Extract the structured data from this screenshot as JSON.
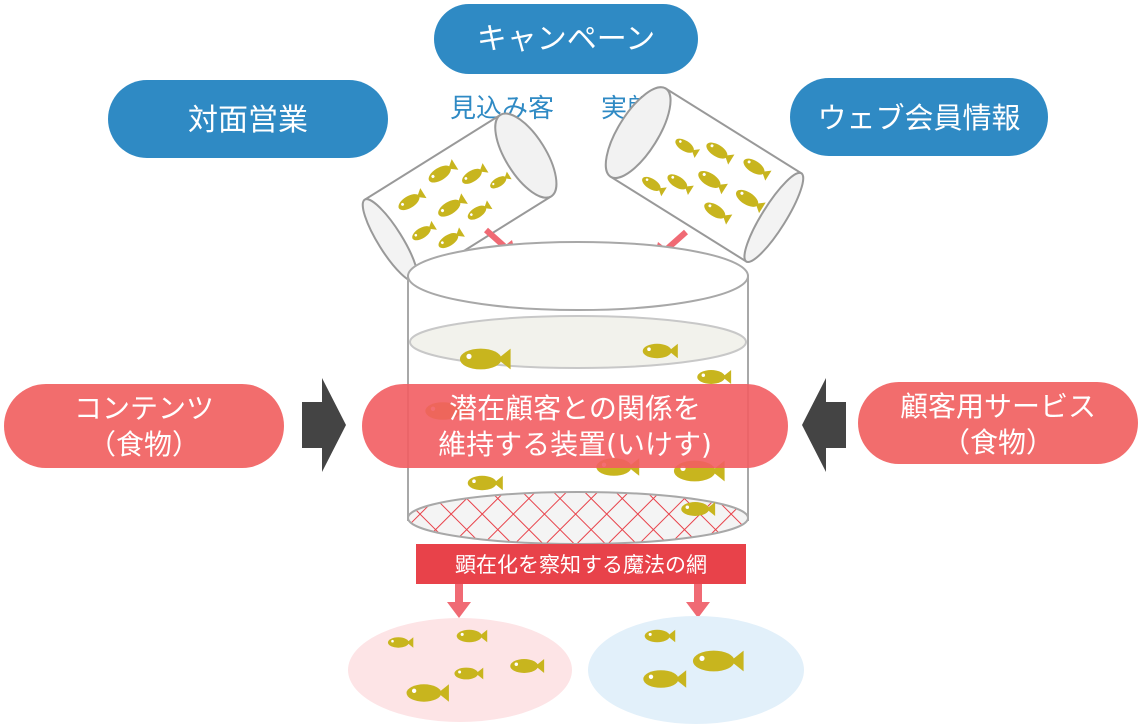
{
  "source_labels": {
    "campaign": "キャンペーン",
    "face_to_face": "対面営業",
    "web_member": "ウェブ会員情報"
  },
  "jar_labels": {
    "prospects": "見込み客",
    "customers": "実顧客"
  },
  "inputs": {
    "contents_line1": "コンテンツ",
    "contents_line2": "（食物）",
    "service_line1": "顧客用サービス",
    "service_line2": "（食物）"
  },
  "center": {
    "line1": "潜在顧客との関係を",
    "line2": "維持する装置(いけす)"
  },
  "net_label": "顕在化を察知する魔法の網",
  "colors": {
    "blue": "#2f8ac4",
    "salmon": "#f26d6d",
    "net_red": "#e8424a",
    "fish": "#c8b51e",
    "arrow_dark": "#444444",
    "pool_pink": "#fde4e6",
    "pool_blue": "#e2f0fa"
  }
}
